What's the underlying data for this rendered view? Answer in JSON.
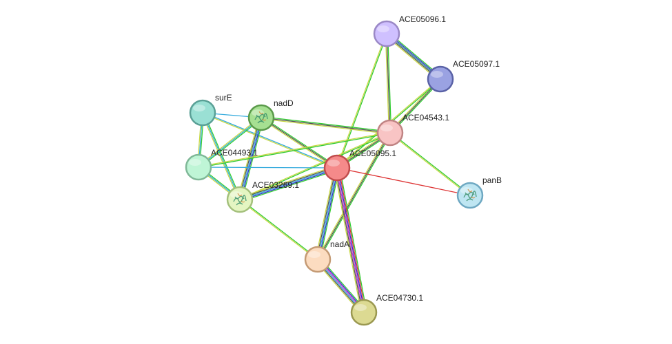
{
  "network": {
    "nodes": [
      {
        "id": "ACE05096.1",
        "label": "ACE05096.1",
        "color": "#cfc0ff",
        "stroke": "#9a88c6"
      },
      {
        "id": "ACE05097.1",
        "label": "ACE05097.1",
        "color": "#9aa2e2",
        "stroke": "#5a62a6"
      },
      {
        "id": "surE",
        "label": "surE",
        "color": "#9ae0d4",
        "stroke": "#5aa096"
      },
      {
        "id": "nadD",
        "label": "nadD",
        "color": "#a6e092",
        "stroke": "#5a9a4a",
        "structure": true
      },
      {
        "id": "ACE04543.1",
        "label": "ACE04543.1",
        "color": "#f8c4c4",
        "stroke": "#c08484"
      },
      {
        "id": "ACE04493.1",
        "label": "ACE04493.1",
        "color": "#bff5d6",
        "stroke": "#80b898"
      },
      {
        "id": "ACE05095.1",
        "label": "ACE05095.1",
        "color": "#f58a8a",
        "stroke": "#c04c4c"
      },
      {
        "id": "panB",
        "label": "panB",
        "color": "#bfe6f2",
        "stroke": "#6ea8c2",
        "structure": true
      },
      {
        "id": "ACE03269.1",
        "label": "ACE03269.1",
        "color": "#e4f5c2",
        "stroke": "#a4c07c",
        "structure": true
      },
      {
        "id": "nadA",
        "label": "nadA",
        "color": "#fcdcc0",
        "stroke": "#c49a74"
      },
      {
        "id": "ACE04730.1",
        "label": "ACE04730.1",
        "color": "#dcda92",
        "stroke": "#9a9850"
      }
    ],
    "edges": [
      {
        "source": "ACE05096.1",
        "target": "ACE05097.1",
        "colors": [
          "#33cc33",
          "#3333cc",
          "#339999",
          "#555555",
          "#c8d844"
        ]
      },
      {
        "source": "ACE05096.1",
        "target": "ACE04543.1",
        "colors": [
          "#33cc33",
          "#555555",
          "#c8d844"
        ]
      },
      {
        "source": "ACE05096.1",
        "target": "ACE05095.1",
        "colors": [
          "#33cc33",
          "#c8d844"
        ]
      },
      {
        "source": "ACE05097.1",
        "target": "ACE04543.1",
        "colors": [
          "#33cc33",
          "#555555",
          "#c8d844"
        ]
      },
      {
        "source": "ACE05097.1",
        "target": "ACE05095.1",
        "colors": [
          "#33cc33",
          "#c8d844"
        ]
      },
      {
        "source": "surE",
        "target": "nadD",
        "colors": [
          "#33aadd"
        ]
      },
      {
        "source": "surE",
        "target": "ACE04493.1",
        "colors": [
          "#33cc33",
          "#33aadd",
          "#c8d844"
        ]
      },
      {
        "source": "surE",
        "target": "ACE03269.1",
        "colors": [
          "#33cc33",
          "#33aadd",
          "#c8d844"
        ]
      },
      {
        "source": "surE",
        "target": "ACE05095.1",
        "colors": [
          "#33aadd",
          "#c8d844"
        ]
      },
      {
        "source": "nadD",
        "target": "ACE04543.1",
        "colors": [
          "#33cc33",
          "#555555",
          "#c8d844"
        ]
      },
      {
        "source": "nadD",
        "target": "ACE05095.1",
        "colors": [
          "#33cc33",
          "#555555",
          "#c8d844"
        ]
      },
      {
        "source": "nadD",
        "target": "ACE04493.1",
        "colors": [
          "#33cc33",
          "#33aadd",
          "#c8d844"
        ]
      },
      {
        "source": "nadD",
        "target": "ACE03269.1",
        "colors": [
          "#33cc33",
          "#3333cc",
          "#33aadd",
          "#555555",
          "#c8d844"
        ]
      },
      {
        "source": "ACE04543.1",
        "target": "ACE05095.1",
        "colors": [
          "#33cc33",
          "#555555",
          "#c8d844"
        ]
      },
      {
        "source": "ACE04543.1",
        "target": "ACE04493.1",
        "colors": [
          "#33cc33",
          "#c8d844"
        ]
      },
      {
        "source": "ACE04543.1",
        "target": "panB",
        "colors": [
          "#33cc33",
          "#c8d844"
        ]
      },
      {
        "source": "ACE04543.1",
        "target": "nadA",
        "colors": [
          "#33cc33",
          "#555555",
          "#c8d844"
        ]
      },
      {
        "source": "ACE04543.1",
        "target": "ACE03269.1",
        "colors": [
          "#33cc33",
          "#c8d844"
        ]
      },
      {
        "source": "ACE04493.1",
        "target": "ACE05095.1",
        "colors": [
          "#33aadd"
        ]
      },
      {
        "source": "ACE04493.1",
        "target": "ACE03269.1",
        "colors": [
          "#33cc33",
          "#33aadd",
          "#c8d844"
        ]
      },
      {
        "source": "ACE05095.1",
        "target": "panB",
        "colors": [
          "#dd3333"
        ]
      },
      {
        "source": "ACE05095.1",
        "target": "ACE03269.1",
        "colors": [
          "#33cc33",
          "#3333cc",
          "#33aadd",
          "#555555",
          "#c8d844"
        ]
      },
      {
        "source": "ACE05095.1",
        "target": "nadA",
        "colors": [
          "#33cc33",
          "#3333cc",
          "#33aadd",
          "#555555",
          "#c8d844"
        ]
      },
      {
        "source": "ACE05095.1",
        "target": "ACE04730.1",
        "colors": [
          "#33cc33",
          "#dd3333",
          "#3333cc",
          "#cc33cc",
          "#555555",
          "#c8d844"
        ]
      },
      {
        "source": "nadA",
        "target": "ACE04730.1",
        "colors": [
          "#33cc33",
          "#3333cc",
          "#cc33cc",
          "#33aadd",
          "#555555",
          "#c8d844"
        ]
      },
      {
        "source": "ACE03269.1",
        "target": "nadA",
        "colors": [
          "#33cc33",
          "#c8d844"
        ]
      }
    ]
  }
}
